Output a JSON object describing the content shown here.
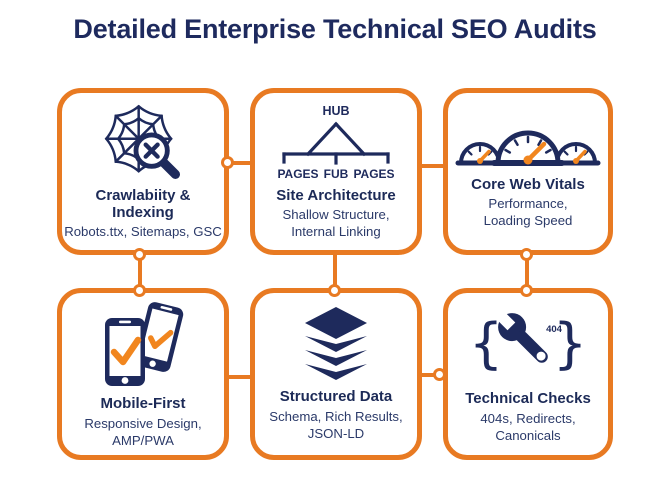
{
  "title": "Detailed Enterprise Technical SEO Audits",
  "colors": {
    "border_orange": "#E87A22",
    "icon_orange": "#F1861F",
    "navy": "#1E2A5C",
    "subtitle_navy": "#2B3A69",
    "background": "#FFFFFF"
  },
  "cards": [
    {
      "title": "Crawlabiity & Indexing",
      "subtitle": "Robots.ttx, Sitemaps, GSC",
      "icon": "spiderweb-magnifier-icon"
    },
    {
      "title": "Site Architecture",
      "subtitle": "Shallow Structure,\nInternal Linking",
      "icon": "hierarchy-icon",
      "icon_labels": {
        "hub": "HUB",
        "left": "PAGES",
        "center": "FUB",
        "right": "PAGES"
      }
    },
    {
      "title": "Core Web Vitals",
      "subtitle": "Performance,\nLoading Speed",
      "icon": "speedometer-icon"
    },
    {
      "title": "Mobile-First",
      "subtitle": "Responsive Design, AMP/PWA",
      "icon": "phones-check-icon"
    },
    {
      "title": "Structured Data",
      "subtitle": "Schema, Rich Results,\nJSON-LD",
      "icon": "layers-icon"
    },
    {
      "title": "Technical Checks",
      "subtitle": "404s, Redirects,\nCanonicals",
      "icon": "wrench-braces-icon",
      "icon_labels": {
        "badge": "404"
      }
    }
  ]
}
